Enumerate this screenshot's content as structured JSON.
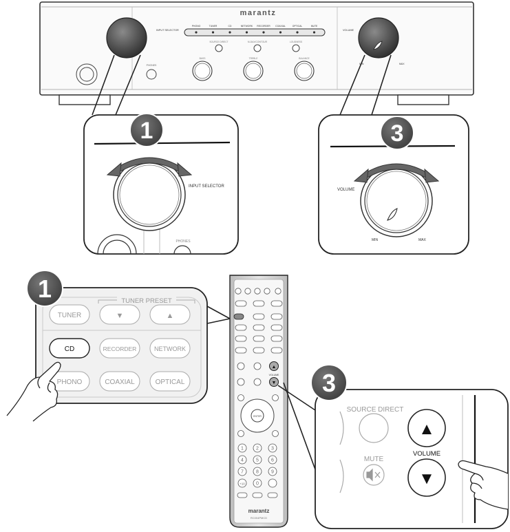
{
  "amplifier": {
    "brand": "marantz",
    "input_selector_label": "INPUT SELECTOR",
    "volume_label": "VOLUME",
    "inputs": [
      "PHONO",
      "TUNER",
      "CD",
      "NETWORK",
      "RECORDER",
      "COAXIAL",
      "OPTICAL",
      "MUTE"
    ],
    "top_buttons": [
      "SOURCE DIRECT",
      "M-DAX/CONTOUR",
      "LOUDNESS"
    ],
    "knob_labels": [
      "BASS",
      "TREBLE",
      "BALANCE"
    ],
    "phones_label": "PHONES",
    "min_label": "MIN",
    "max_label": "MAX"
  },
  "callouts": {
    "step1": "1",
    "step3": "3",
    "input_selector_label": "INPUT SELECTOR",
    "volume_label": "VOLUME",
    "min_label": "MIN",
    "max_label": "MAX",
    "phones_label": "PHONES"
  },
  "remote_panel": {
    "tuner_preset_label": "TUNER PRESET",
    "buttons": {
      "tuner": "TUNER",
      "cd": "CD",
      "recorder": "RECORDER",
      "network": "NETWORK",
      "phono": "PHONO",
      "coaxial": "COAXIAL",
      "optical": "OPTICAL"
    },
    "down_arrow": "▼",
    "up_arrow": "▲"
  },
  "remote": {
    "brand": "marantz",
    "model": "RC004PMCD",
    "volume_label": "VOLUME",
    "numbers": [
      "1",
      "2",
      "3",
      "4",
      "5",
      "6",
      "7",
      "8",
      "9",
      "+10",
      "0"
    ],
    "enter_label": "ENTER"
  },
  "volume_panel": {
    "source_direct_label": "SOURCE DIRECT",
    "mute_label": "MUTE",
    "volume_label": "VOLUME",
    "up_arrow": "▲",
    "down_arrow": "▼",
    "mute_icon": "speaker-mute-icon"
  },
  "colors": {
    "ink": "#222222",
    "panel_fill": "#f1f1f1",
    "knob_dark": "#4a4a4a",
    "badge": "#555555"
  }
}
